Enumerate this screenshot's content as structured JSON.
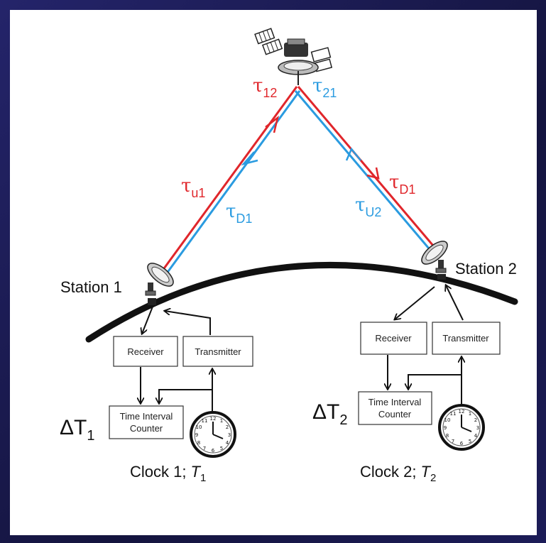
{
  "satellite_labels": {
    "tau12": {
      "symbol": "τ",
      "sub": "12"
    },
    "tau21": {
      "symbol": "τ",
      "sub": "21"
    }
  },
  "link_labels": {
    "tau_u1": {
      "symbol": "τ",
      "sub": "u1"
    },
    "tau_d1_left": {
      "symbol": "τ",
      "sub": "D1"
    },
    "tau_u2": {
      "symbol": "τ",
      "sub": "U2"
    },
    "tau_d1_right": {
      "symbol": "τ",
      "sub": "D1"
    }
  },
  "station1": {
    "name": "Station 1",
    "receiver": "Receiver",
    "transmitter": "Transmitter",
    "tic_line1": "Time Interval",
    "tic_line2": "Counter",
    "delta": "ΔT",
    "delta_sub": "1",
    "clock_label": "Clock 1;",
    "clock_T": "T",
    "clock_T_sub": "1"
  },
  "station2": {
    "name": "Station 2",
    "receiver": "Receiver",
    "transmitter": "Transmitter",
    "tic_line1": "Time Interval",
    "tic_line2": "Counter",
    "delta": "ΔT",
    "delta_sub": "2",
    "clock_label": "Clock 2;",
    "clock_T": "T",
    "clock_T_sub": "2"
  },
  "colors": {
    "uplink": "#e0262b",
    "downlink": "#2a9be0",
    "background_frame": "#1a1a52"
  }
}
